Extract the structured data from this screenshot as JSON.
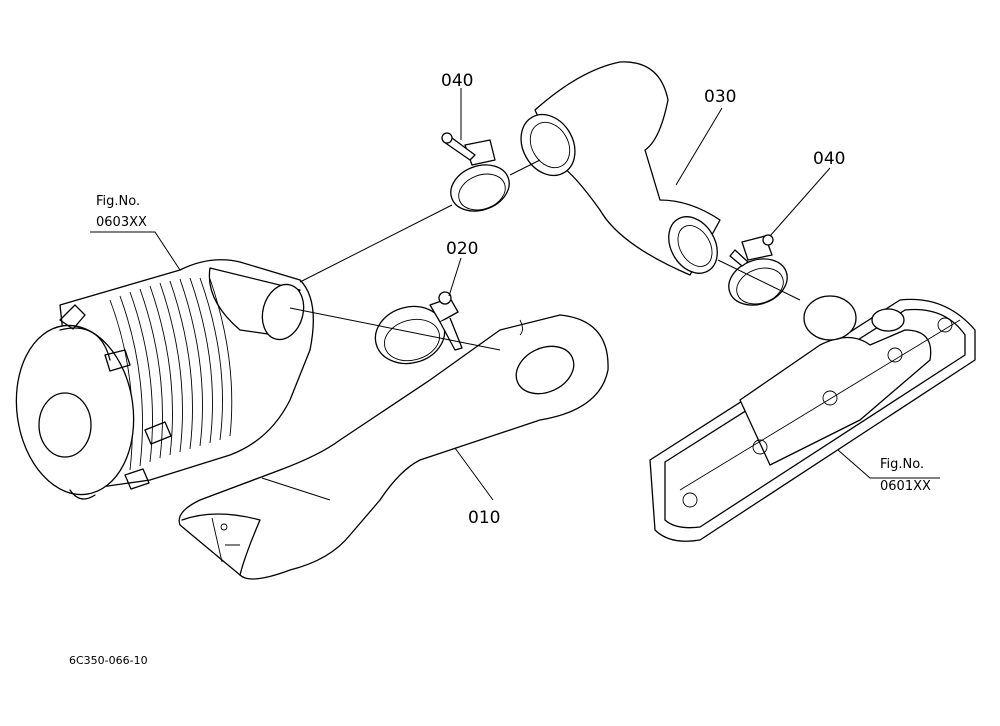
{
  "labels": {
    "p010": "010",
    "p020": "020",
    "p030": "030",
    "p040a": "040",
    "p040b": "040"
  },
  "refs": {
    "air_cleaner": {
      "line1": "Fig.No.",
      "line2": "0603XX"
    },
    "manifold": {
      "line1": "Fig.No.",
      "line2": "0601XX"
    }
  },
  "drawing_code": "6C350-066-10"
}
